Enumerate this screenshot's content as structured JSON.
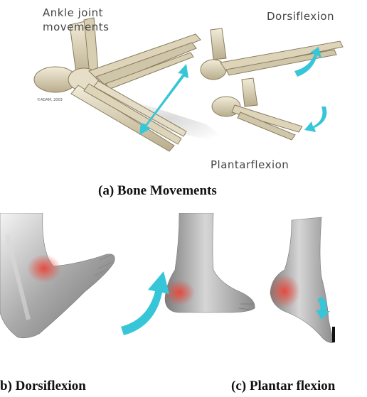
{
  "panel_a": {
    "label_ankle_line1": "Ankle joint",
    "label_ankle_line2": "movements",
    "label_dorsiflexion": "Dorsiflexion",
    "label_plantarflexion": "Plantarflexion",
    "copyright": "©ADAM, 2003",
    "caption": "(a) Bone Movements"
  },
  "panel_b": {
    "caption": "b) Dorsiflexion"
  },
  "panel_c": {
    "caption": "(c) Plantar flexion"
  },
  "colors": {
    "arrow": "#36c6d8",
    "bone": "#e3dcc6",
    "skin": "#9a9a9a",
    "highlight": "#e8463a"
  }
}
